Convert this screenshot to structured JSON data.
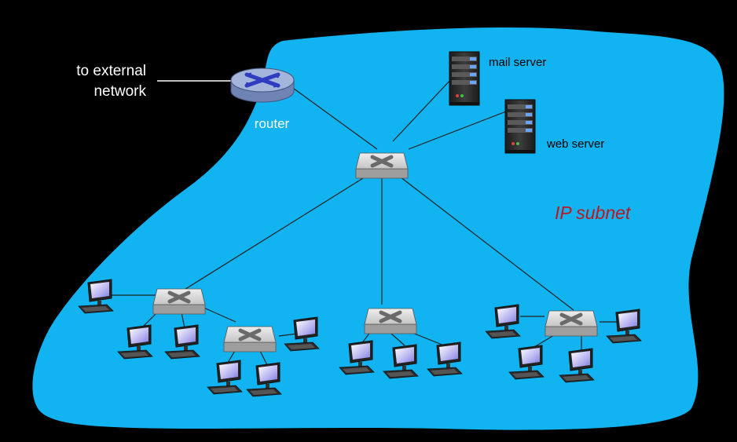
{
  "labels": {
    "external": [
      "to external",
      "network"
    ],
    "router": "router",
    "mail_server": "mail server",
    "web_server": "web server",
    "subnet": "IP subnet"
  },
  "colors": {
    "background": "#000000",
    "subnet_fill": "#11b3f0",
    "subnet_label": "#c0151f",
    "router_body": "#8fa3cc",
    "router_x": "#2e3cbf",
    "switch_body": "#c8c8c8",
    "link": "#222222",
    "white_text": "#ffffff"
  },
  "icons": {
    "router": "router-icon",
    "switch": "switch-icon",
    "server": "server-icon",
    "computer": "computer-icon"
  }
}
